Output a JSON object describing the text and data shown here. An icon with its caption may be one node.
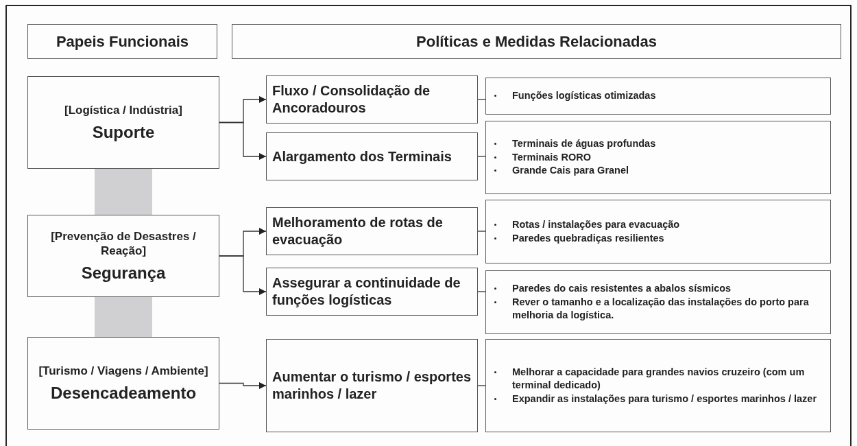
{
  "diagram": {
    "nodes": [
      {
        "text": [
          "Papeis Funcionais"
        ]
      },
      {
        "text": [
          "Políticas e Medidas Relacionadas"
        ]
      },
      {
        "text": [
          "[Logística / Indústria]",
          "Suporte"
        ]
      },
      {
        "text": [
          "Fluxo / Consolidação de Ancoradouros"
        ]
      },
      {
        "text": [
          "Funções logísticas otimizadas"
        ]
      },
      {
        "text": [
          "Alargamento dos Terminais"
        ]
      },
      {
        "text": [
          "Terminais de águas profundas",
          "Terminais RORO",
          "Grande Cais para Granel"
        ]
      },
      {
        "text": [
          "[Prevenção de Desastres / Reação]",
          "Segurança"
        ]
      },
      {
        "text": [
          "Melhoramento de rotas de evacuação"
        ]
      },
      {
        "text": [
          "Rotas / instalações para evacuação",
          "Paredes quebradiças resilientes"
        ]
      },
      {
        "text": [
          "Assegurar a continuidade de funções logísticas"
        ]
      },
      {
        "text": [
          "Paredes do cais resistentes a abalos sísmicos",
          "Rever o tamanho e a localização das instalações do porto para melhoria da logística."
        ]
      },
      {
        "text": [
          "[Turismo / Viagens / Ambiente]",
          "Desencadeamento"
        ]
      },
      {
        "text": [
          "Aumentar o turismo / esportes marinhos / lazer"
        ]
      },
      {
        "text": [
          "Melhorar a capacidade para grandes navios cruzeiro (com um terminal dedicado)",
          "Expandir as instalações para turismo / esportes marinhos / lazer"
        ]
      }
    ],
    "edges": [
      {
        "from": 2,
        "to": 3,
        "arrow": "to"
      },
      {
        "from": 2,
        "to": 5,
        "arrow": "to"
      },
      {
        "from": 3,
        "to": 4,
        "arrow": "none"
      },
      {
        "from": 5,
        "to": 6,
        "arrow": "none"
      },
      {
        "from": 7,
        "to": 8,
        "arrow": "to"
      },
      {
        "from": 7,
        "to": 10,
        "arrow": "to"
      },
      {
        "from": 8,
        "to": 9,
        "arrow": "none"
      },
      {
        "from": 10,
        "to": 11,
        "arrow": "none"
      },
      {
        "from": 12,
        "to": 13,
        "arrow": "to"
      },
      {
        "from": 13,
        "to": 14,
        "arrow": "none"
      },
      {
        "from": 2,
        "to": 7,
        "arrow": "none",
        "style": "thick",
        "color": "#d0d0d2"
      },
      {
        "from": 7,
        "to": 12,
        "arrow": "none",
        "style": "thick",
        "color": "#d0d0d2"
      }
    ]
  }
}
